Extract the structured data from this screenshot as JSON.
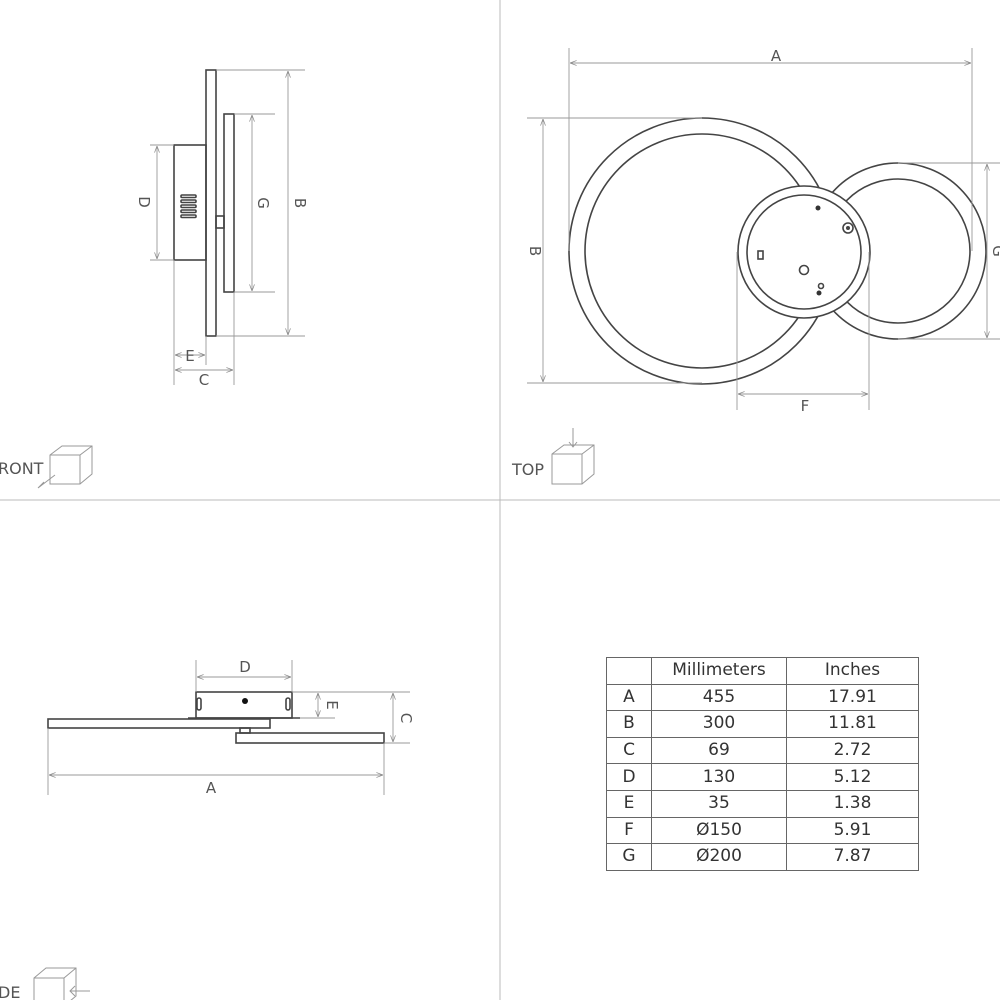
{
  "views": {
    "front": {
      "label": "RONT",
      "dims": {
        "D": "D",
        "G": "G",
        "B": "B",
        "E": "E",
        "C": "C"
      }
    },
    "top": {
      "label": "TOP",
      "dims": {
        "A": "A",
        "B": "B",
        "G": "G",
        "F": "F"
      }
    },
    "side": {
      "label": "DE",
      "dims": {
        "D": "D",
        "E": "E",
        "C": "C",
        "A": "A"
      }
    }
  },
  "table": {
    "headers": [
      "",
      "Millimeters",
      "Inches"
    ],
    "rows": [
      {
        "key": "A",
        "mm": "455",
        "in": "17.91"
      },
      {
        "key": "B",
        "mm": "300",
        "in": "11.81"
      },
      {
        "key": "C",
        "mm": "69",
        "in": "2.72"
      },
      {
        "key": "D",
        "mm": "130",
        "in": "5.12"
      },
      {
        "key": "E",
        "mm": "35",
        "in": "1.38"
      },
      {
        "key": "F",
        "mm": "Ø150",
        "in": "5.91"
      },
      {
        "key": "G",
        "mm": "Ø200",
        "in": "7.87"
      }
    ]
  }
}
